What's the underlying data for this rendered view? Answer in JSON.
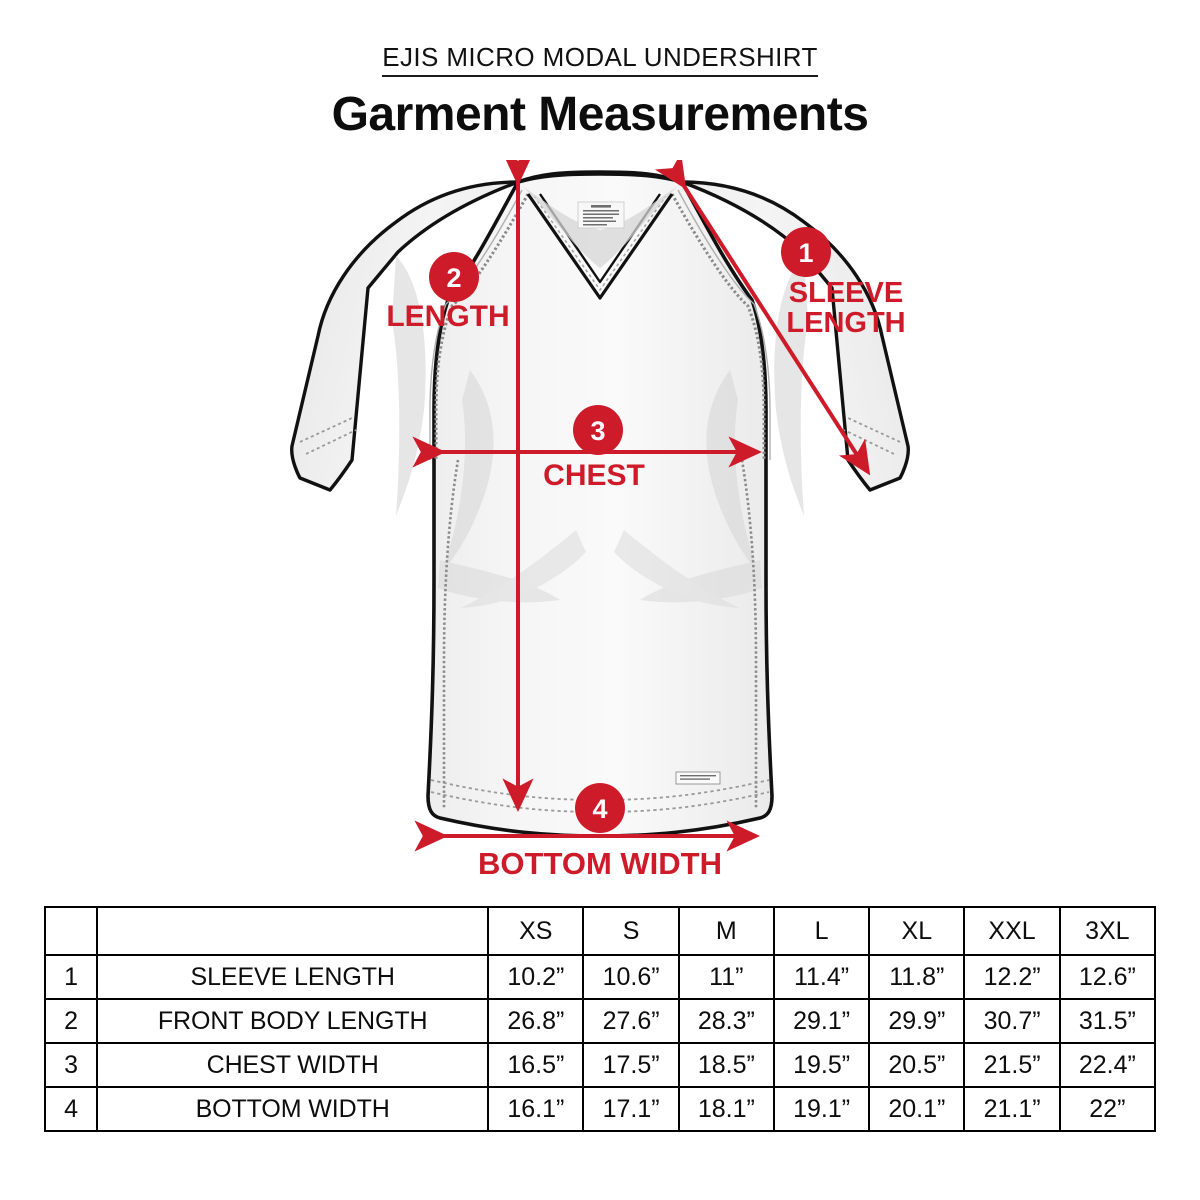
{
  "header": {
    "subtitle": "EJIS MICRO MODAL UNDERSHIRT",
    "title": "Garment Measurements"
  },
  "colors": {
    "accent_red": "#CE1B2A",
    "outline_black": "#111111",
    "seam_gray": "#8C8C8C",
    "fabric_light": "#F2F2F2",
    "shadow_gray": "#D9D9D9"
  },
  "callouts": [
    {
      "number": "1",
      "label": "SLEEVE LENGTH",
      "label_lines": [
        "SLEEVE",
        "LENGTH"
      ]
    },
    {
      "number": "2",
      "label": "LENGTH",
      "label_lines": [
        "LENGTH"
      ]
    },
    {
      "number": "3",
      "label": "CHEST",
      "label_lines": [
        "CHEST"
      ]
    },
    {
      "number": "4",
      "label": "BOTTOM WIDTH",
      "label_lines": [
        "BOTTOM WIDTH"
      ]
    }
  ],
  "table": {
    "corner_num_header": "",
    "corner_label_header": "",
    "sizes": [
      "XS",
      "S",
      "M",
      "L",
      "XL",
      "XXL",
      "3XL"
    ],
    "rows": [
      {
        "num": "1",
        "label": "SLEEVE LENGTH",
        "values": [
          "10.2”",
          "10.6”",
          "11”",
          "11.4”",
          "11.8”",
          "12.2”",
          "12.6”"
        ]
      },
      {
        "num": "2",
        "label": "FRONT BODY LENGTH",
        "values": [
          "26.8”",
          "27.6”",
          "28.3”",
          "29.1”",
          "29.9”",
          "30.7”",
          "31.5”"
        ]
      },
      {
        "num": "3",
        "label": "CHEST WIDTH",
        "values": [
          "16.5”",
          "17.5”",
          "18.5”",
          "19.5”",
          "20.5”",
          "21.5”",
          "22.4”"
        ]
      },
      {
        "num": "4",
        "label": "BOTTOM WIDTH",
        "values": [
          "16.1”",
          "17.1”",
          "18.1”",
          "19.1”",
          "20.1”",
          "21.1”",
          "22”"
        ]
      }
    ]
  }
}
